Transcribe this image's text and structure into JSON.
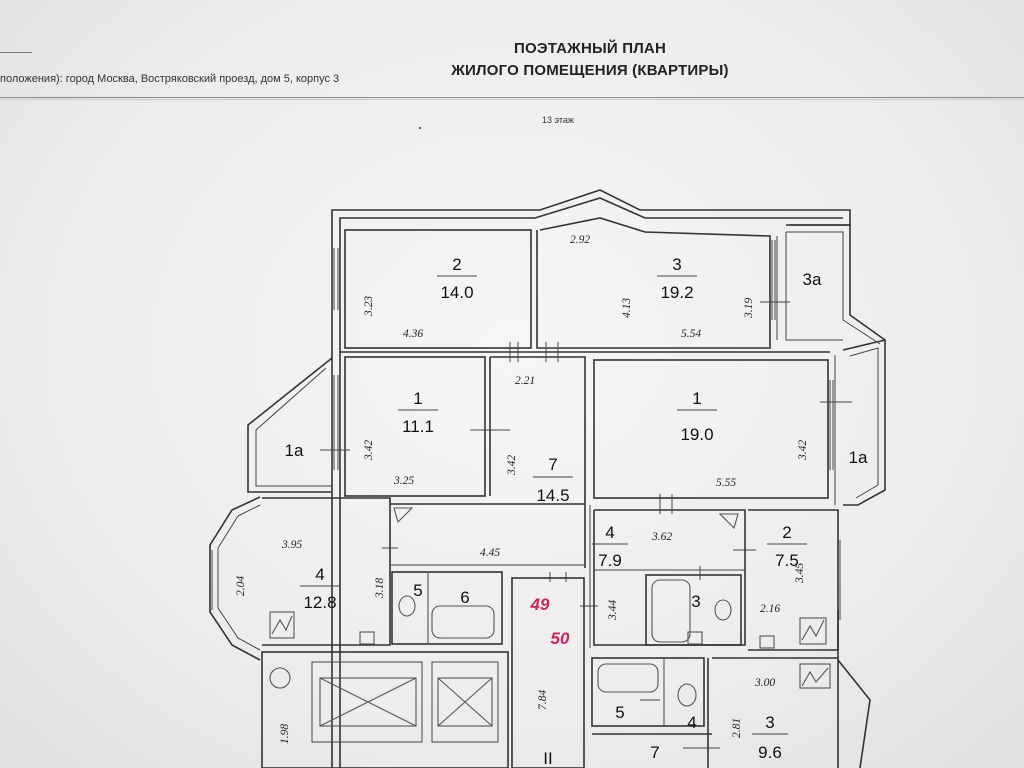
{
  "header": {
    "title_line1": "ПОЭТАЖНЫЙ ПЛАН",
    "title_line2": "ЖИЛОГО ПОМЕЩЕНИЯ (КВАРТИРЫ)",
    "address": "положения): город Москва, Востряковский проезд, дом 5, корпус 3",
    "floor": "13 этаж"
  },
  "rooms": [
    {
      "id": "r2-top",
      "num": "2",
      "area": "14.0"
    },
    {
      "id": "r3-top",
      "num": "3",
      "area": "19.2"
    },
    {
      "id": "r3a",
      "num": "3а",
      "area": ""
    },
    {
      "id": "r1-left",
      "num": "1",
      "area": "11.1"
    },
    {
      "id": "r1-right",
      "num": "1",
      "area": "19.0"
    },
    {
      "id": "r1a-left",
      "num": "1а",
      "area": ""
    },
    {
      "id": "r1a-right",
      "num": "1а",
      "area": ""
    },
    {
      "id": "r7-mid",
      "num": "7",
      "area": "14.5"
    },
    {
      "id": "r4-left",
      "num": "4",
      "area": "12.8"
    },
    {
      "id": "r4-mid",
      "num": "4",
      "area": "7.9"
    },
    {
      "id": "r2-right",
      "num": "2",
      "area": "7.5"
    },
    {
      "id": "r5-left",
      "num": "5",
      "area": ""
    },
    {
      "id": "r6-left",
      "num": "6",
      "area": ""
    },
    {
      "id": "r3-bath",
      "num": "3",
      "area": ""
    },
    {
      "id": "r5-bottom",
      "num": "5",
      "area": ""
    },
    {
      "id": "r4-bottom",
      "num": "4",
      "area": ""
    },
    {
      "id": "r7-bottom",
      "num": "7",
      "area": ""
    },
    {
      "id": "r3-bottom",
      "num": "3",
      "area": "9.6"
    },
    {
      "id": "stair",
      "num": "II",
      "area": ""
    }
  ],
  "dimensions": {
    "d292": "2.92",
    "d323": "3.23",
    "d436": "4.36",
    "d413": "4.13",
    "d554": "5.54",
    "d319": "3.19",
    "d221": "2.21",
    "d342a": "3.42",
    "d325": "3.25",
    "d342b": "3.42",
    "d555": "5.55",
    "d342c": "3.42",
    "d395": "3.95",
    "d204": "2.04",
    "d318": "3.18",
    "d445": "4.45",
    "d362": "3.62",
    "d345": "3.45",
    "d344": "3.44",
    "d216": "2.16",
    "d300": "3.00",
    "d784": "7.84",
    "d281": "2.81",
    "d198": "1.98"
  },
  "apartments": {
    "a49": "49",
    "a50": "50"
  }
}
